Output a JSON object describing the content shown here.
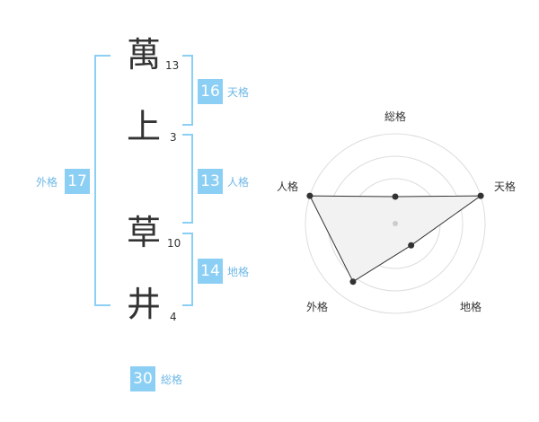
{
  "name": {
    "chars": [
      {
        "char": "萬",
        "strokes": "13"
      },
      {
        "char": "上",
        "strokes": "3"
      },
      {
        "char": "草",
        "strokes": "10"
      },
      {
        "char": "井",
        "strokes": "4"
      }
    ]
  },
  "kaku": {
    "tenkaku": {
      "value": "16",
      "label": "天格"
    },
    "jinkaku": {
      "value": "13",
      "label": "人格"
    },
    "chikaku": {
      "value": "14",
      "label": "地格"
    },
    "gaikaku": {
      "value": "17",
      "label": "外格"
    },
    "soukaku": {
      "value": "30",
      "label": "総格"
    }
  },
  "colors": {
    "accent": "#8ccff5",
    "accent_text": "#6fb8e6",
    "radar_fill": "#f2f2f2",
    "radar_ring": "#dddddd"
  },
  "chart_data": {
    "type": "radar",
    "axes": [
      "総格",
      "天格",
      "地格",
      "外格",
      "人格"
    ],
    "values": [
      0.3,
      1.0,
      0.3,
      0.8,
      1.0
    ],
    "rings": 4
  }
}
